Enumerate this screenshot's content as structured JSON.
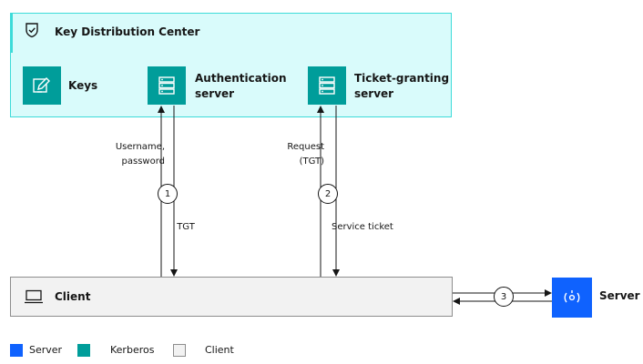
{
  "kdc": {
    "title": "Key Distribution Center",
    "icon": "shield-icon",
    "keys_label": "Keys",
    "auth_server_label": [
      "Authentication",
      "server"
    ],
    "tgs_label": [
      "Ticket-granting",
      "server"
    ]
  },
  "flows": {
    "step1_request": [
      "Username,",
      "password"
    ],
    "step1_number": "1",
    "step1_response": "TGT",
    "step2_request": [
      "Request",
      "(TGT)"
    ],
    "step2_number": "2",
    "step2_response": "Service ticket",
    "step3_number": "3"
  },
  "client": {
    "label": "Client",
    "icon": "laptop-icon"
  },
  "server": {
    "label": "Server",
    "icon": "server-connection-icon"
  },
  "legend": [
    {
      "label": "Server",
      "color": "#0f62fe"
    },
    {
      "label": "Kerberos",
      "color": "#009d9a"
    },
    {
      "label": "Client",
      "color": "#f2f2f2"
    }
  ],
  "colors": {
    "kdc_fill": "#d9fbfb",
    "kdc_border": "#3ddbd9",
    "kerberos": "#009d9a",
    "server": "#0f62fe",
    "client_fill": "#f2f2f2"
  }
}
